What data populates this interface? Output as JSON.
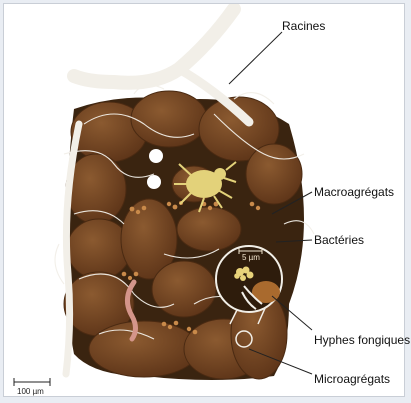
{
  "labels": {
    "racines": "Racines",
    "macroagregats": "Macroagrégats",
    "bacteries": "Bactéries",
    "hyphes": "Hyphes fongiques",
    "microagregats": "Microagrégats"
  },
  "scale_main": "100 µm",
  "scale_inset": "5 µm",
  "colors": {
    "aggregate": "#7b4a24",
    "aggregate_dark": "#5a3216",
    "pore": "#3a2410",
    "root": "#f2efe8",
    "mite": "#e3d27a",
    "worm": "#d4958a"
  }
}
